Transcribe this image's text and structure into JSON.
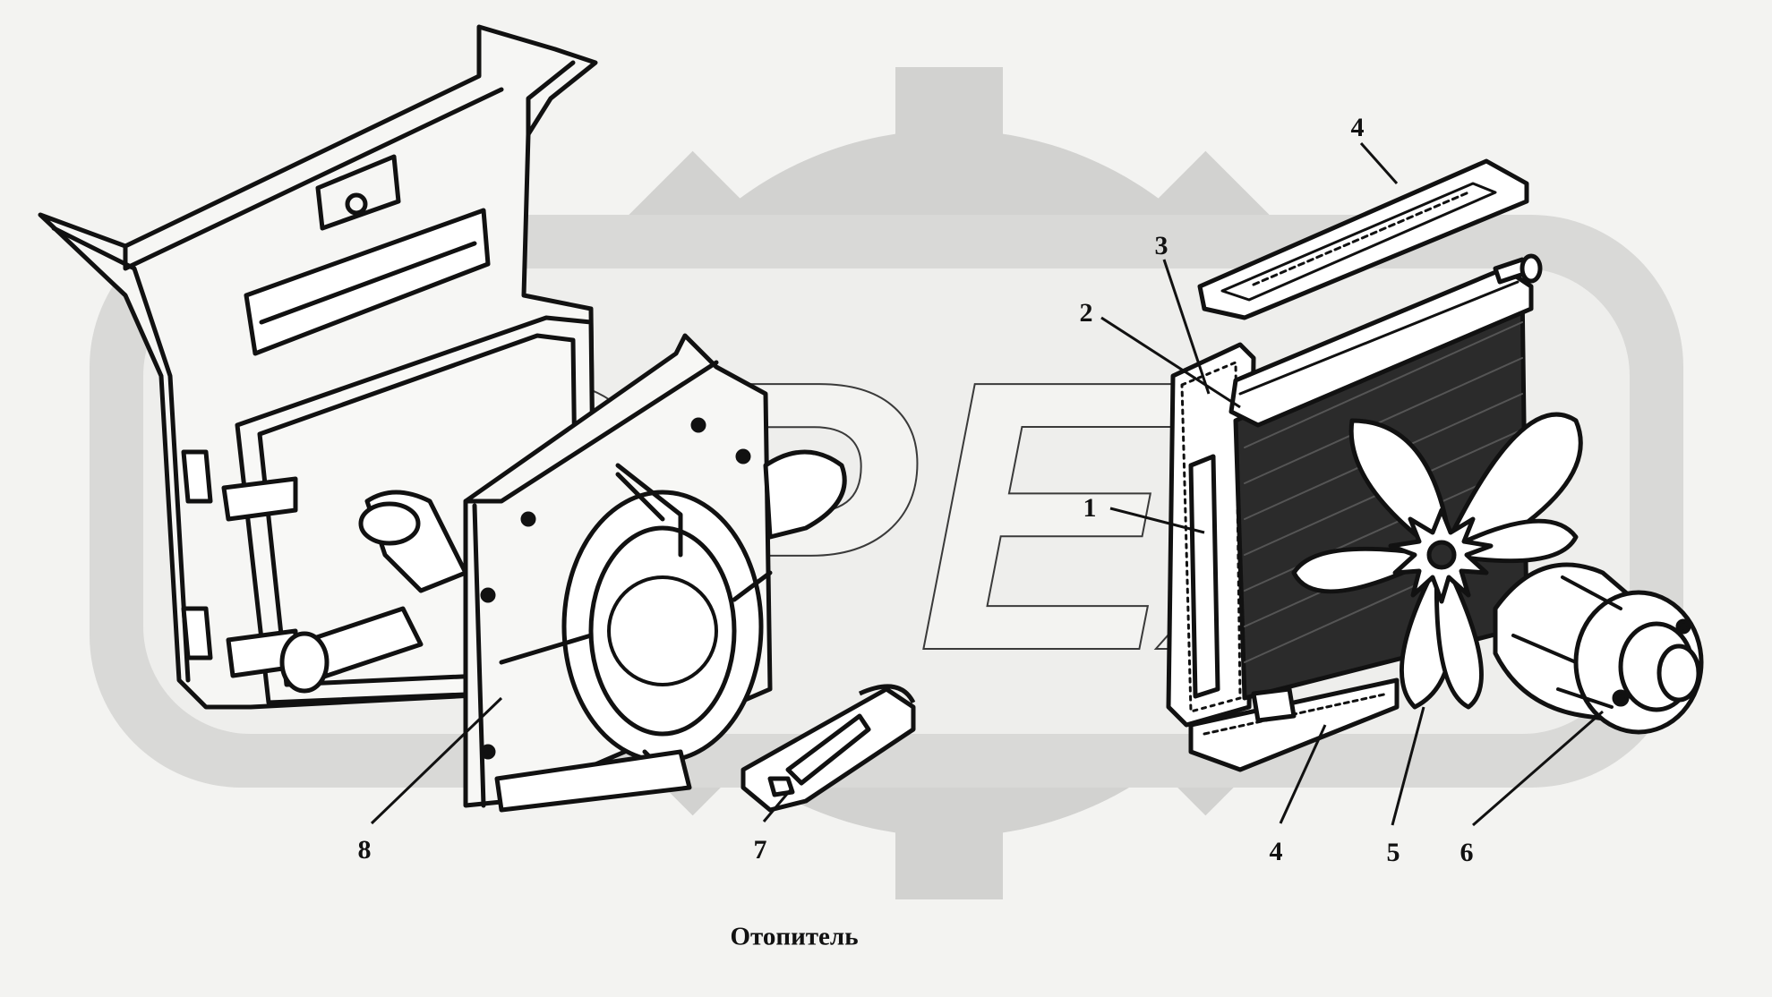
{
  "watermark": {
    "text": "OPEX",
    "color": "#d2d2d0"
  },
  "caption": "Отопитель",
  "callouts": {
    "c1": "1",
    "c2": "2",
    "c3": "3",
    "c4_top": "4",
    "c4_bottom": "4",
    "c5": "5",
    "c6": "6",
    "c7": "7",
    "c8": "8"
  },
  "colors": {
    "background": "#f3f3f1",
    "ink": "#111111",
    "watermark": "#d2d2d0"
  }
}
